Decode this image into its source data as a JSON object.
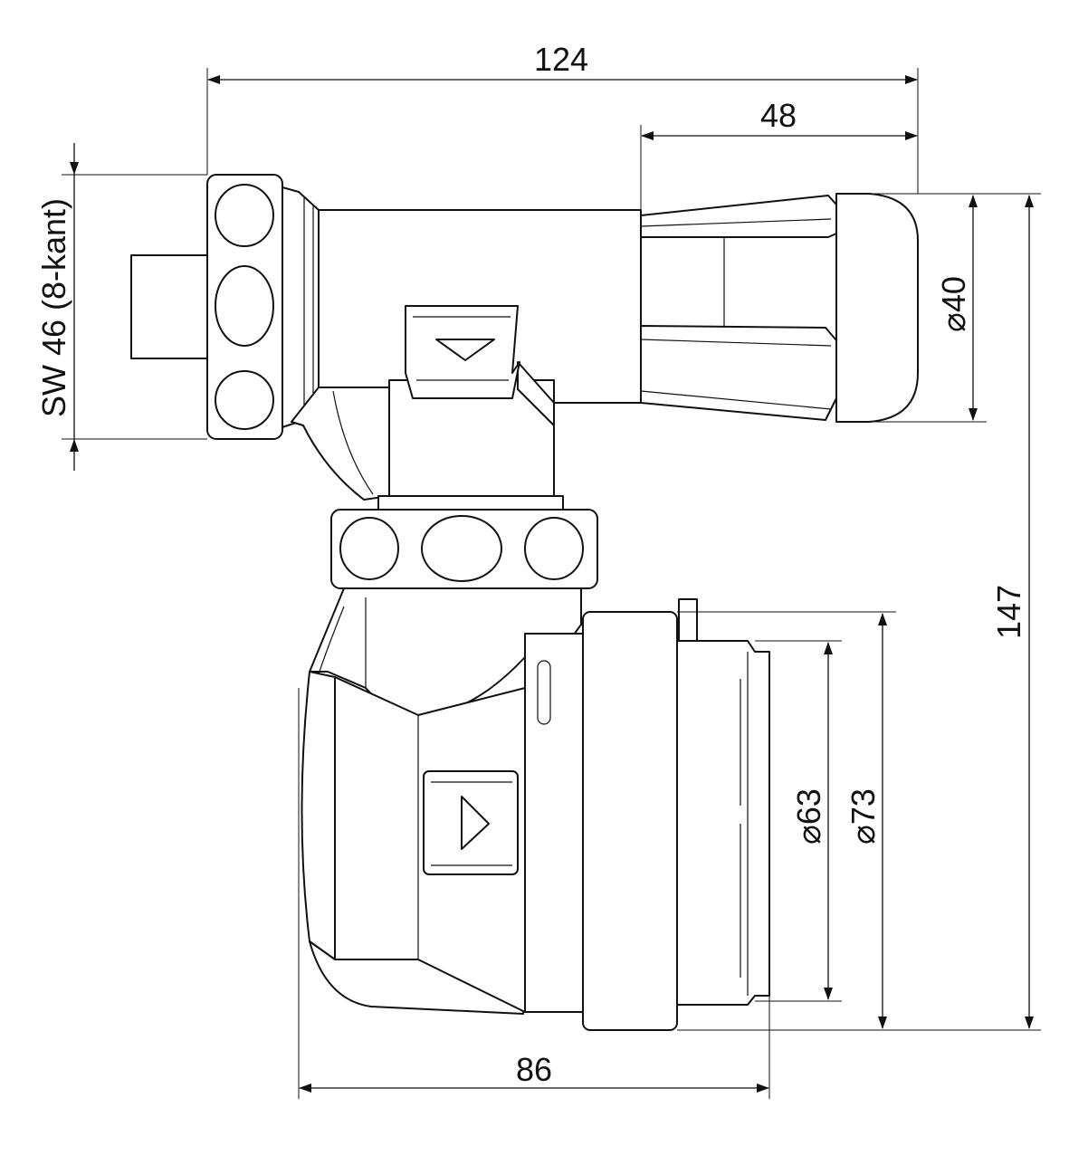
{
  "drawing": {
    "dimensions": {
      "overall_width": "124",
      "outlet_length": "48",
      "diameter_outlet": "40",
      "hex_size": "SW 46 (8-kant)",
      "overall_height": "147",
      "diameter_inner": "63",
      "diameter_outer": "73",
      "bottom_width": "86"
    },
    "diameter_symbol": "⌀",
    "flow_arrow_icon": "triangle-arrow-icon"
  }
}
